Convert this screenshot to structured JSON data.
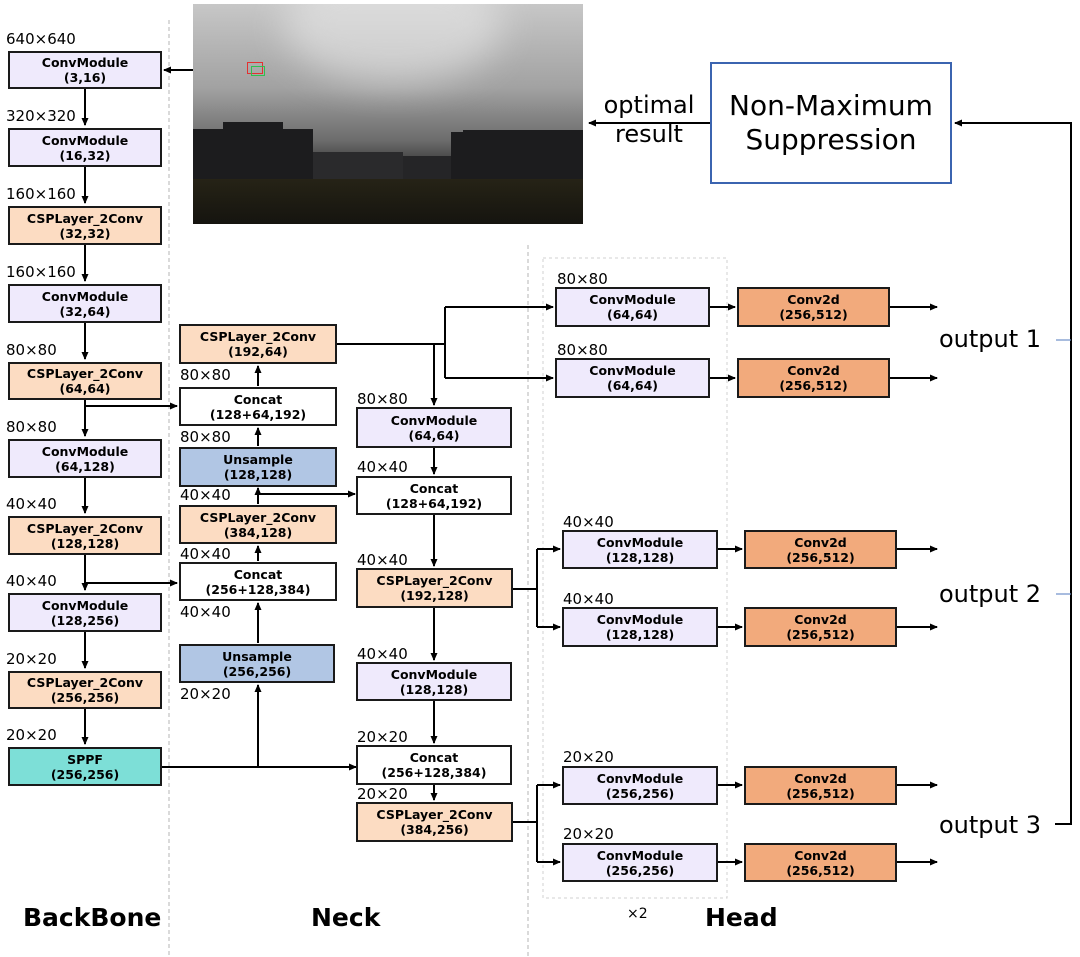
{
  "sections": {
    "backbone": "BackBone",
    "neck": "Neck",
    "head": "Head"
  },
  "nms": {
    "line1": "Non-Maximum",
    "line2": "Suppression"
  },
  "optimal": {
    "line1": "optimal",
    "line2": "result"
  },
  "outputs": [
    "output 1",
    "output 2",
    "output 3"
  ],
  "repeat": "×2",
  "backbone": [
    {
      "size": "640×640",
      "name": "ConvModule",
      "args": "(3,16)",
      "color": "#efeafc"
    },
    {
      "size": "320×320",
      "name": "ConvModule",
      "args": "(16,32)",
      "color": "#efeafc"
    },
    {
      "size": "160×160",
      "name": "CSPLayer_2Conv",
      "args": "(32,32)",
      "color": "#fcdcc2"
    },
    {
      "size": "160×160",
      "name": "ConvModule",
      "args": "(32,64)",
      "color": "#efeafc"
    },
    {
      "size": "80×80",
      "name": "CSPLayer_2Conv",
      "args": "(64,64)",
      "color": "#fcdcc2"
    },
    {
      "size": "80×80",
      "name": "ConvModule",
      "args": "(64,128)",
      "color": "#efeafc"
    },
    {
      "size": "40×40",
      "name": "CSPLayer_2Conv",
      "args": "(128,128)",
      "color": "#fcdcc2"
    },
    {
      "size": "40×40",
      "name": "ConvModule",
      "args": "(128,256)",
      "color": "#efeafc"
    },
    {
      "size": "20×20",
      "name": "CSPLayer_2Conv",
      "args": "(256,256)",
      "color": "#fcdcc2"
    },
    {
      "size": "20×20",
      "name": "SPPF",
      "args": "(256,256)",
      "color": "#7ddfd7"
    }
  ],
  "neck1": [
    {
      "size": "",
      "name": "CSPLayer_2Conv",
      "args": "(192,64)"
    },
    {
      "size": "80×80",
      "name": "Concat",
      "args": "(128+64,192)"
    },
    {
      "size": "80×80",
      "name": "Unsample",
      "args": "(128,128)"
    },
    {
      "size": "40×40",
      "name": "CSPLayer_2Conv",
      "args": "(384,128)"
    },
    {
      "size": "40×40",
      "name": "Concat",
      "args": "(256+128,384)"
    },
    {
      "size": "40×40",
      "name": "Unsample",
      "args": "(256,256)"
    },
    {
      "size": "20×20",
      "name": "",
      "args": ""
    }
  ],
  "neck2": [
    {
      "size": "80×80",
      "name": "ConvModule",
      "args": "(64,64)"
    },
    {
      "size": "40×40",
      "name": "Concat",
      "args": "(128+64,192)"
    },
    {
      "size": "40×40",
      "name": "CSPLayer_2Conv",
      "args": "(192,128)"
    },
    {
      "size": "40×40",
      "name": "ConvModule",
      "args": "(128,128)"
    },
    {
      "size": "20×20",
      "name": "Concat",
      "args": "(256+128,384)"
    },
    {
      "size": "20×20",
      "name": "CSPLayer_2Conv",
      "args": "(384,256)"
    }
  ],
  "head": [
    {
      "size": "80×80",
      "conv": "ConvModule",
      "conv_args": "(64,64)",
      "out": "Conv2d",
      "out_args": "(256,512)"
    },
    {
      "size": "80×80",
      "conv": "ConvModule",
      "conv_args": "(64,64)",
      "out": "Conv2d",
      "out_args": "(256,512)"
    },
    {
      "size": "40×40",
      "conv": "ConvModule",
      "conv_args": "(128,128)",
      "out": "Conv2d",
      "out_args": "(256,512)"
    },
    {
      "size": "40×40",
      "conv": "ConvModule",
      "conv_args": "(128,128)",
      "out": "Conv2d",
      "out_args": "(256,512)"
    },
    {
      "size": "20×20",
      "conv": "ConvModule",
      "conv_args": "(256,256)",
      "out": "Conv2d",
      "out_args": "(256,512)"
    },
    {
      "size": "20×20",
      "conv": "ConvModule",
      "conv_args": "(256,256)",
      "out": "Conv2d",
      "out_args": "(256,512)"
    }
  ]
}
